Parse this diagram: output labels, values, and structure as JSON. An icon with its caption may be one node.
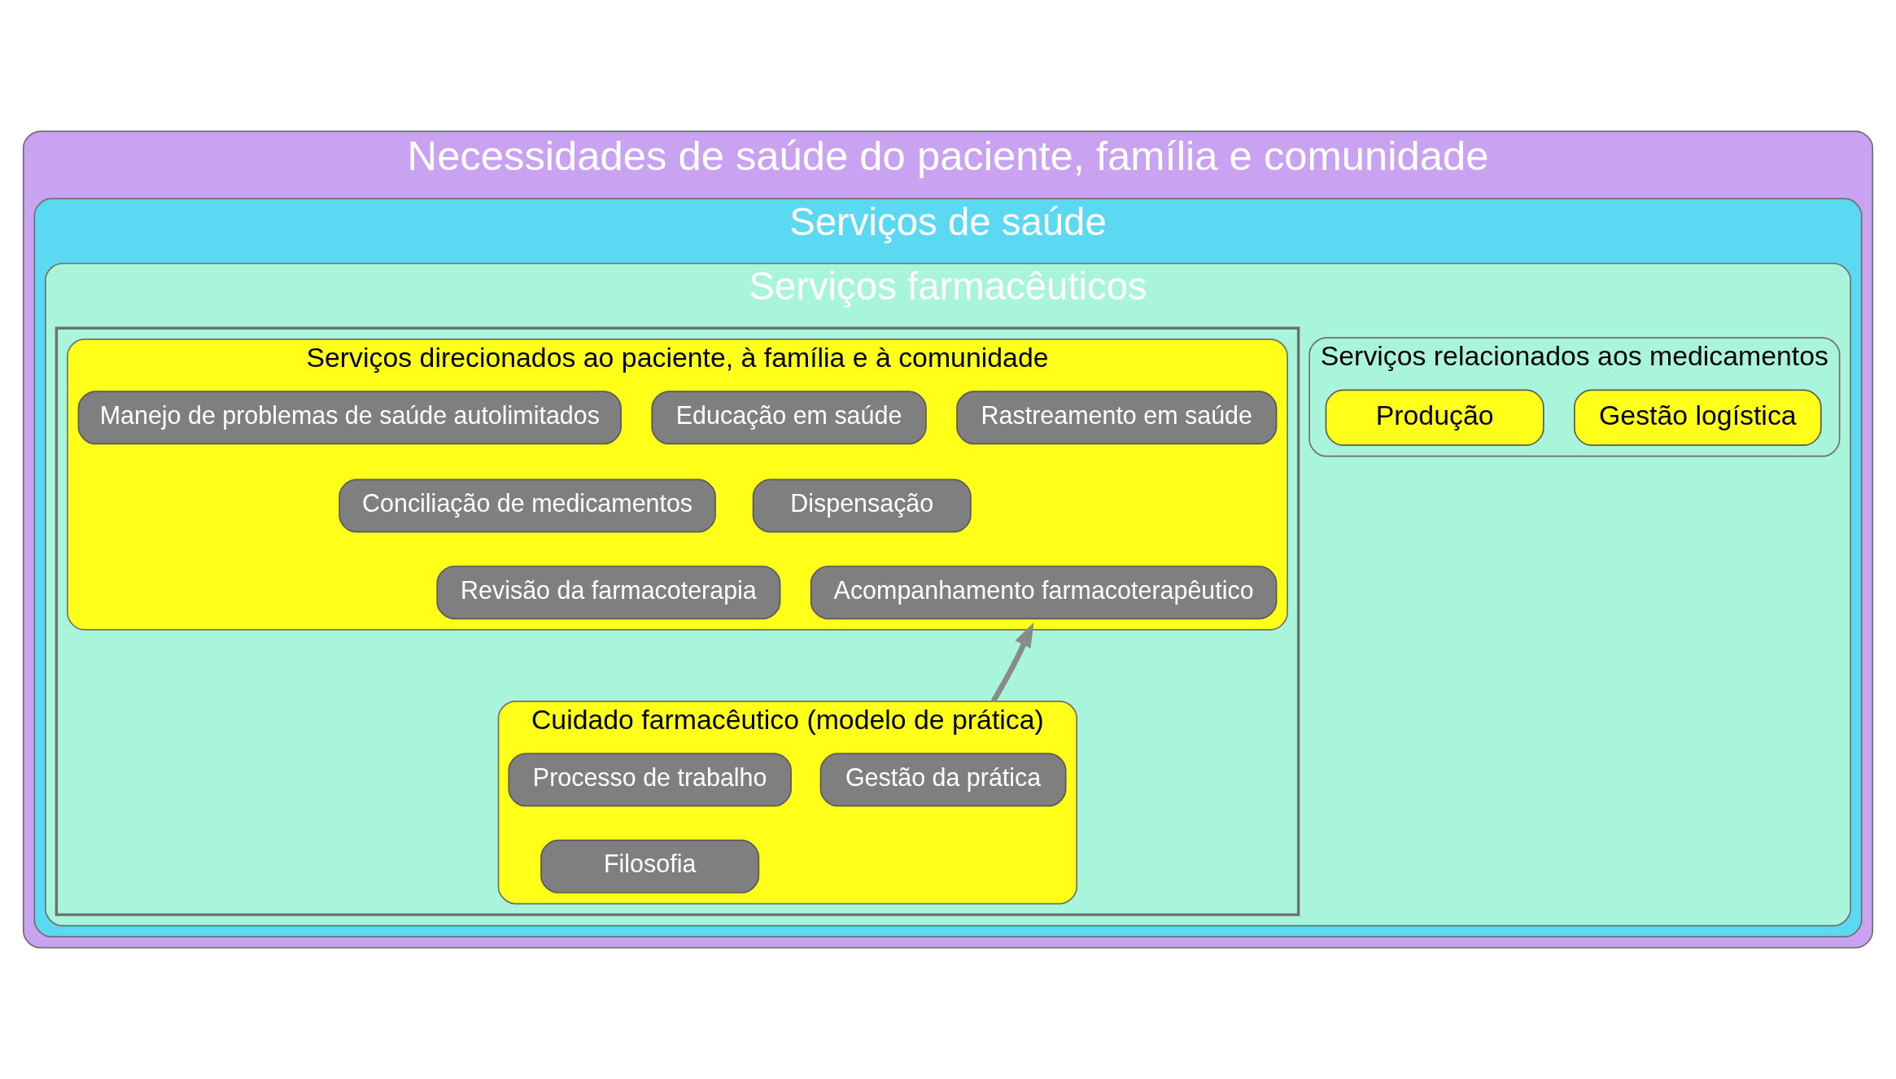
{
  "diagram": {
    "nodes": [
      {
        "text": [
          "Necessidades de saúde do paciente, família e comunidade"
        ]
      },
      {
        "text": [
          "Serviços de saúde"
        ],
        "in": 0
      },
      {
        "text": [
          "Serviços farmacêuticos"
        ],
        "in": 1
      },
      {
        "text": [
          "Serviços relacionados aos medicamentos"
        ],
        "in": 2
      },
      {
        "text": [
          "Produção"
        ],
        "in": 3
      },
      {
        "text": [
          "Gestão logística"
        ],
        "in": 3
      },
      {
        "text": [],
        "shape": "box",
        "in": 2
      },
      {
        "text": [
          "Serviços direcionados ao paciente, à família e à comunidade"
        ],
        "in": 6
      },
      {
        "text": [
          "Rastreamento em saúde"
        ],
        "in": 7
      },
      {
        "text": [
          "Educação em saúde"
        ],
        "in": 7
      },
      {
        "text": [
          "Manejo de problemas de saúde autolimitados"
        ],
        "in": 7
      },
      {
        "text": [
          "Dispensação"
        ],
        "in": 7
      },
      {
        "text": [
          "Conciliação de medicamentos"
        ],
        "in": 7
      },
      {
        "text": [
          "Revisão da farmacoterapia"
        ],
        "in": 7
      },
      {
        "text": [
          "Acompanhamento farmacoterapêutico"
        ],
        "in": 7
      },
      {
        "text": [
          "Cuidado farmacêutico (modelo de prática)"
        ],
        "in": 6
      },
      {
        "text": [
          "Processo de trabalho"
        ],
        "in": 15
      },
      {
        "text": [
          "Gestão da prática"
        ],
        "in": 15
      },
      {
        "text": [
          "Filosofia"
        ],
        "in": 15
      }
    ],
    "edges": [
      {
        "from": 15,
        "to": 7,
        "arrow": "to"
      }
    ]
  }
}
